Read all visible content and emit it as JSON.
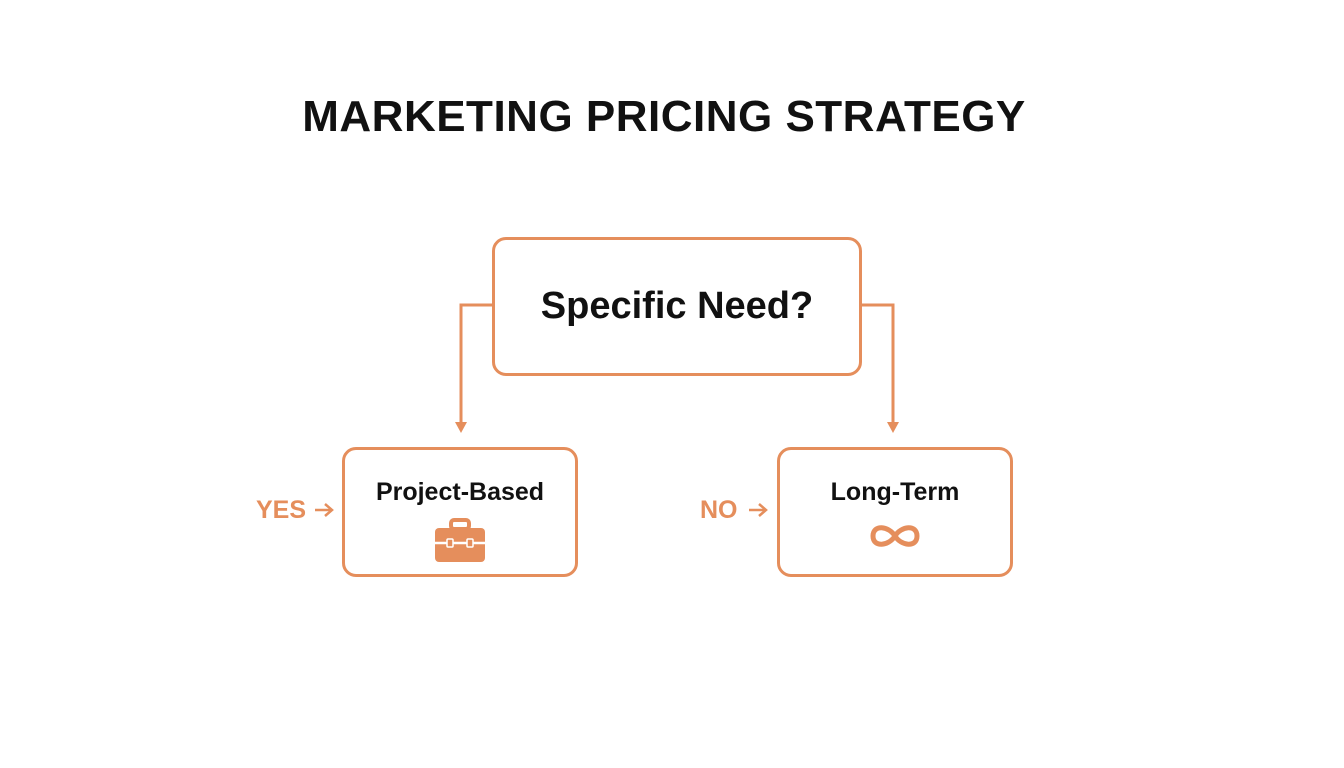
{
  "title": "MARKETING PRICING STRATEGY",
  "decision": {
    "label": "Specific Need?"
  },
  "branches": {
    "yes": {
      "label": "YES",
      "target": "Project-Based",
      "icon": "briefcase-icon"
    },
    "no": {
      "label": "NO",
      "target": "Long-Term",
      "icon": "infinity-icon"
    }
  },
  "colors": {
    "accent": "#E58E5C",
    "text": "#111111",
    "background": "#FFFFFF"
  }
}
